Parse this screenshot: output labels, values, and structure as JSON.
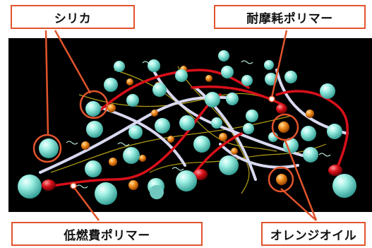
{
  "labels": {
    "silica": "シリカ",
    "wear_resistant_polymer": "耐摩耗ポリマー",
    "low_fuel_polymer": "低燃費ポリマー",
    "orange_oil": "オレンジオイル"
  },
  "colors": {
    "callout": "#e2542c",
    "silica_particle": "#8fe8dc",
    "oil_droplet": "#f08a1a",
    "wear_polymer_chain": "#d8101a",
    "low_fuel_polymer_end": "#d8101a",
    "polymer_chain_white": "#d8d8f0",
    "polymer_chain_yellow": "#c9b41a",
    "background": "#000000"
  }
}
